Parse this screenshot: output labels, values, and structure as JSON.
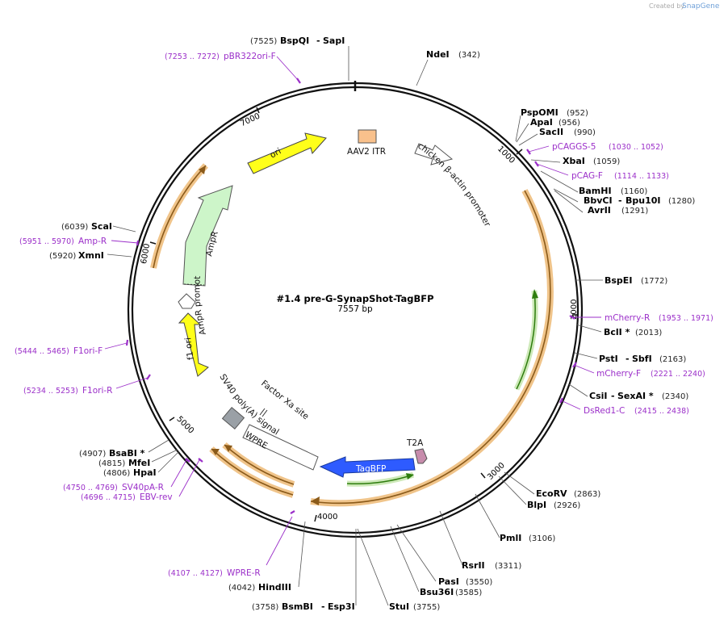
{
  "credit": {
    "created_by": "Created by",
    "app": "SnapGene"
  },
  "map": {
    "name": "#1.4 pre-G-SynapShot-TagBFP",
    "length_label": "7557 bp"
  },
  "ticks": [
    "1000",
    "2000",
    "3000",
    "4000",
    "5000",
    "6000",
    "7000"
  ],
  "features": {
    "aav2_itr": "AAV2 ITR",
    "chicken_promoter": "chicken β-actin promoter",
    "ori": "ori",
    "ampr": "AmpR",
    "ampr_promoter": "AmpR promoter",
    "f1_ori": "f1 ori",
    "sv40": "SV40 poly(A) signal",
    "factor_xa": "Factor Xa site",
    "wpre": "WPRE",
    "tagbfp": "TagBFP",
    "t2a": "T2A"
  },
  "sites": [
    {
      "id": "sapi",
      "name": "BspQI",
      "name2": "SapI",
      "pos": "(7525)"
    },
    {
      "id": "ndei",
      "name": "NdeI",
      "pos": "(342)"
    },
    {
      "id": "pspomi",
      "name": "PspOMI",
      "pos": "(952)"
    },
    {
      "id": "apai",
      "name": "ApaI",
      "pos": "(956)"
    },
    {
      "id": "sacii",
      "name": "SacII",
      "pos": "(990)"
    },
    {
      "id": "xbai",
      "name": "XbaI",
      "pos": "(1059)"
    },
    {
      "id": "bamhi",
      "name": "BamHI",
      "pos": "(1160)"
    },
    {
      "id": "bbvci",
      "name": "BbvCI",
      "name2": "Bpu10I",
      "pos": "(1280)"
    },
    {
      "id": "avrii",
      "name": "AvrII",
      "pos": "(1291)"
    },
    {
      "id": "bspei",
      "name": "BspEI",
      "pos": "(1772)"
    },
    {
      "id": "bcli",
      "name": "BclI *",
      "pos": "(2013)"
    },
    {
      "id": "psti",
      "name": "PstI",
      "name2": "SbfI",
      "pos": "(2163)"
    },
    {
      "id": "csii",
      "name": "CsiI",
      "name2": "SexAI *",
      "pos": "(2340)"
    },
    {
      "id": "ecorv",
      "name": "EcoRV",
      "pos": "(2863)"
    },
    {
      "id": "blpi",
      "name": "BlpI",
      "pos": "(2926)"
    },
    {
      "id": "pmli",
      "name": "PmlI",
      "pos": "(3106)"
    },
    {
      "id": "rsrii",
      "name": "RsrII",
      "pos": "(3311)"
    },
    {
      "id": "pasi",
      "name": "PasI",
      "pos": "(3550)"
    },
    {
      "id": "bsu36i",
      "name": "Bsu36I",
      "pos": "(3585)"
    },
    {
      "id": "stui",
      "name": "StuI",
      "pos": "(3755)"
    },
    {
      "id": "bsmbi",
      "name": "BsmBI",
      "name2": "Esp3I",
      "pos": "(3758)"
    },
    {
      "id": "hindiii",
      "name": "HindIII",
      "pos": "(4042)"
    },
    {
      "id": "hpai",
      "name": "HpaI",
      "pos": "(4806)"
    },
    {
      "id": "mfei",
      "name": "MfeI",
      "pos": "(4815)"
    },
    {
      "id": "bsabi",
      "name": "BsaBI *",
      "pos": "(4907)"
    },
    {
      "id": "xmni",
      "name": "XmnI",
      "pos": "(5920)"
    },
    {
      "id": "scai",
      "name": "ScaI",
      "pos": "(6039)"
    }
  ],
  "primers": [
    {
      "id": "pbr322",
      "name": "pBR322ori-F",
      "pos": "(7253 .. 7272)"
    },
    {
      "id": "pcaggs5",
      "name": "pCAGGS-5",
      "pos": "(1030 .. 1052)"
    },
    {
      "id": "pcagf",
      "name": "pCAG-F",
      "pos": "(1114 .. 1133)"
    },
    {
      "id": "mcherryr",
      "name": "mCherry-R",
      "pos": "(1953 .. 1971)"
    },
    {
      "id": "mcherryf",
      "name": "mCherry-F",
      "pos": "(2221 .. 2240)"
    },
    {
      "id": "dsred1c",
      "name": "DsRed1-C",
      "pos": "(2415 .. 2438)"
    },
    {
      "id": "wprer",
      "name": "WPRE-R",
      "pos": "(4107 .. 4127)"
    },
    {
      "id": "sv40par",
      "name": "SV40pA-R",
      "pos": "(4750 .. 4769)"
    },
    {
      "id": "ebvrev",
      "name": "EBV-rev",
      "pos": "(4696 .. 4715)"
    },
    {
      "id": "f1orif",
      "name": "F1ori-F",
      "pos": "(5444 .. 5465)"
    },
    {
      "id": "f1orir",
      "name": "F1ori-R",
      "pos": "(5234 .. 5253)"
    },
    {
      "id": "ampr",
      "name": "Amp-R",
      "pos": "(5951 .. 5970)"
    }
  ]
}
